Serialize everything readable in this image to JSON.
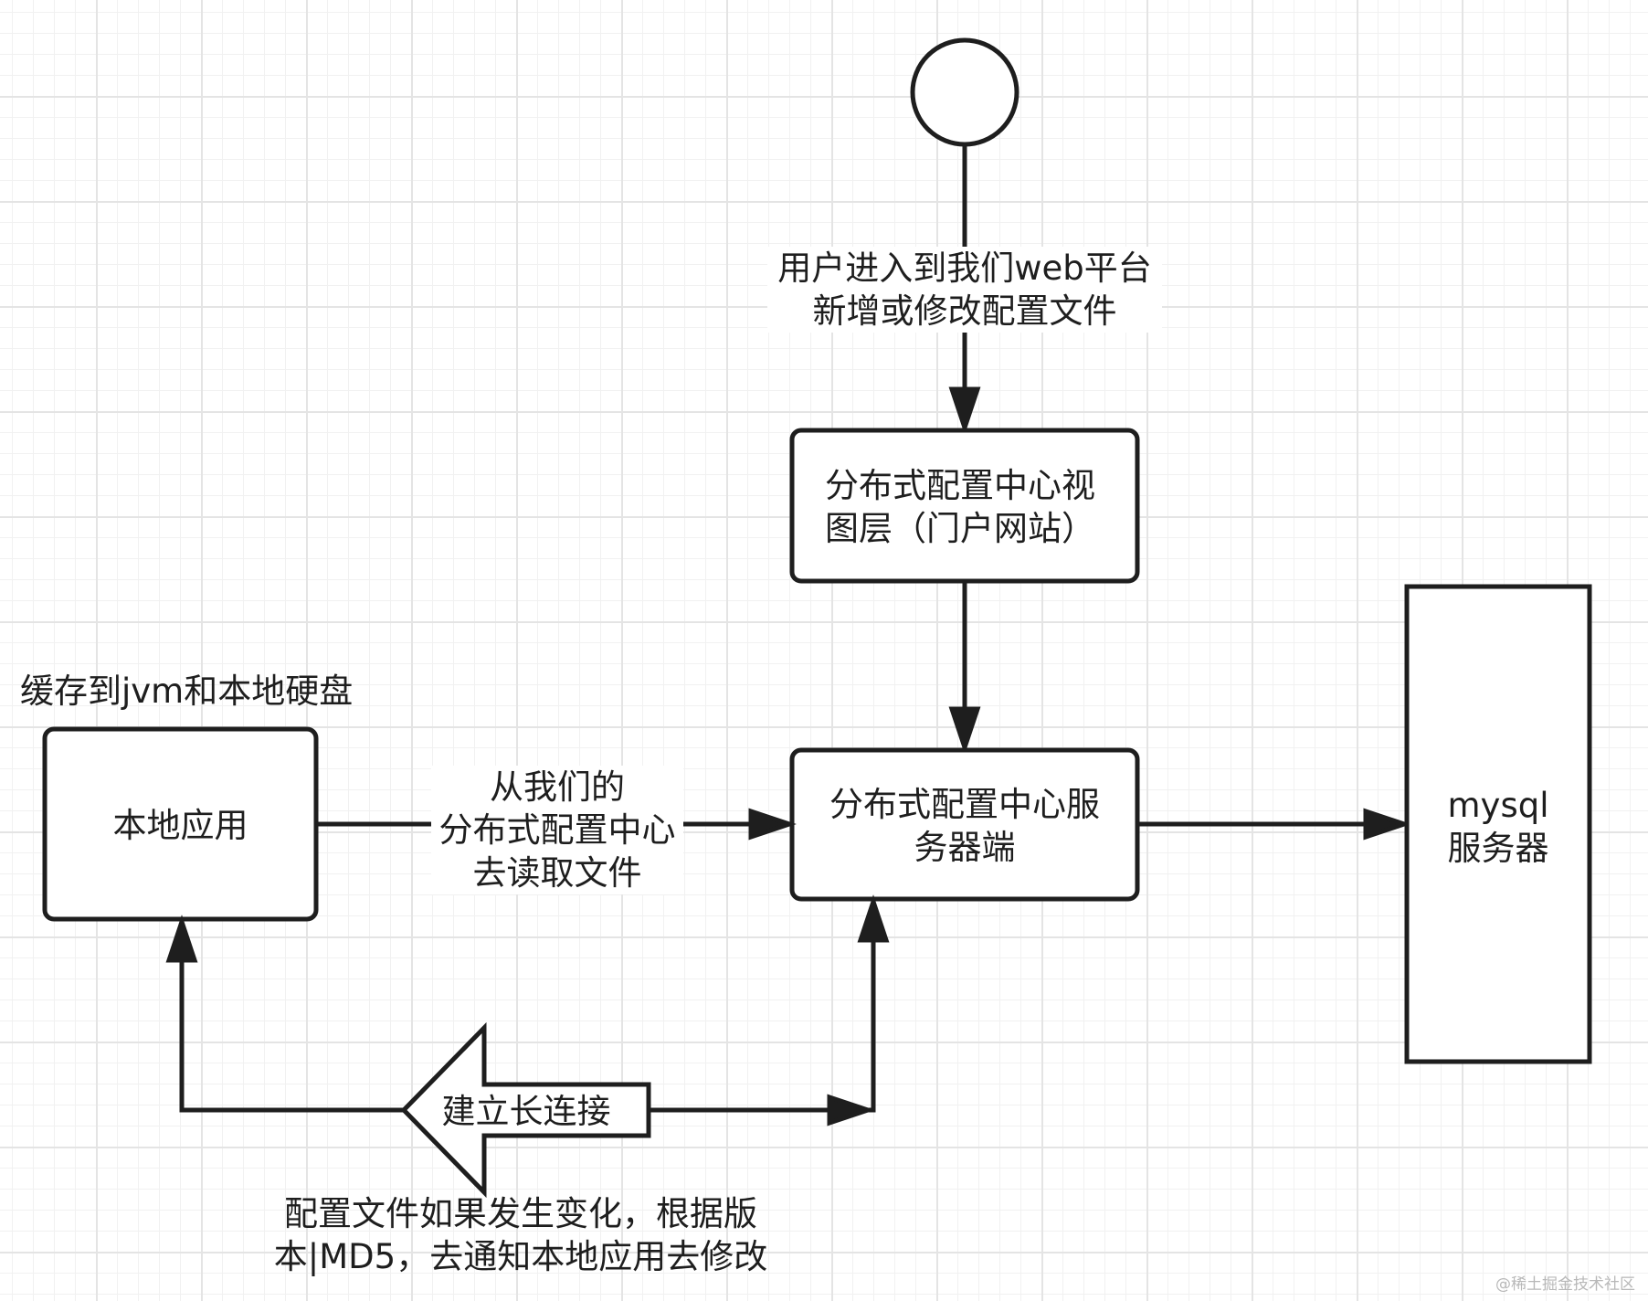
{
  "nodes": {
    "start": "",
    "view_layer": {
      "line1": "分布式配置中心视",
      "line2": "图层（门户网站）"
    },
    "config_server": {
      "line1": "分布式配置中心服",
      "line2": "务器端"
    },
    "local_app": "本地应用",
    "mysql": {
      "line1": "mysql",
      "line2": "服务器"
    }
  },
  "labels": {
    "user_edit": {
      "line1": "用户进入到我们web平台",
      "line2": "新增或修改配置文件"
    },
    "cache_note": "缓存到jvm和本地硬盘",
    "read_file": {
      "line1": "从我们的",
      "line2": "分布式配置中心",
      "line3": "去读取文件"
    },
    "long_conn": "建立长连接",
    "notify": {
      "line1": "配置文件如果发生变化，根据版",
      "line2": "本|MD5，去通知本地应用去修改"
    }
  },
  "watermark": "@稀土掘金技术社区"
}
